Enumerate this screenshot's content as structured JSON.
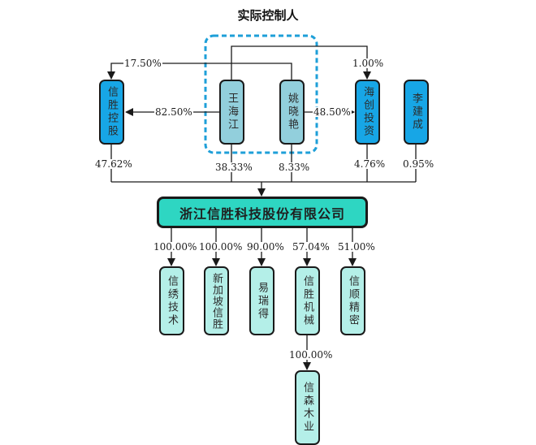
{
  "title": "实际控制人",
  "colors": {
    "company_blue": "#17a6e6",
    "person_box": "#92cfdc",
    "main_box": "#2ed6c2",
    "child_box": "#b4efe8",
    "controller_group_dash": "#1e9fd8",
    "line": "#1a1a1a"
  },
  "shareholders": [
    {
      "id": "xinsheng-konggu",
      "name": "信胜控股",
      "type": "company",
      "stake_in_main": "47.62%"
    },
    {
      "id": "wang-haijiang",
      "name": "王海江",
      "type": "person",
      "stake_in_main": "38.33%"
    },
    {
      "id": "yao-xiaoyan",
      "name": "姚晓艳",
      "type": "person",
      "stake_in_main": "8.33%"
    },
    {
      "id": "haichuang-touzi",
      "name": "海创投资",
      "type": "company",
      "stake_in_main": "4.76%"
    },
    {
      "id": "li-jiancheng",
      "name": "李建成",
      "type": "person_blue",
      "stake_in_main": "0.95%"
    }
  ],
  "cross_holdings": [
    {
      "from": "王海江",
      "to": "信胜控股",
      "pct": "82.50%"
    },
    {
      "from": "姚晓艳",
      "to": "信胜控股",
      "pct": "17.50%"
    },
    {
      "from": "姚晓艳",
      "to": "海创投资",
      "pct": "48.50%"
    },
    {
      "from": "王海江",
      "to": "海创投资",
      "pct": "1.00%"
    }
  ],
  "controller_group": [
    "王海江",
    "姚晓艳"
  ],
  "main_company": "浙江信胜科技股份有限公司",
  "subsidiaries": [
    {
      "name": "信绣技术",
      "pct": "100.00%"
    },
    {
      "name": "新加坡信胜",
      "pct": "100.00%"
    },
    {
      "name": "易瑞得",
      "pct": "90.00%"
    },
    {
      "name": "信胜机械",
      "pct": "57.04%"
    },
    {
      "name": "信顺精密",
      "pct": "51.00%"
    }
  ],
  "sub_subsidiaries": [
    {
      "parent": "信胜机械",
      "name": "信森木业",
      "pct": "100.00%"
    }
  ]
}
